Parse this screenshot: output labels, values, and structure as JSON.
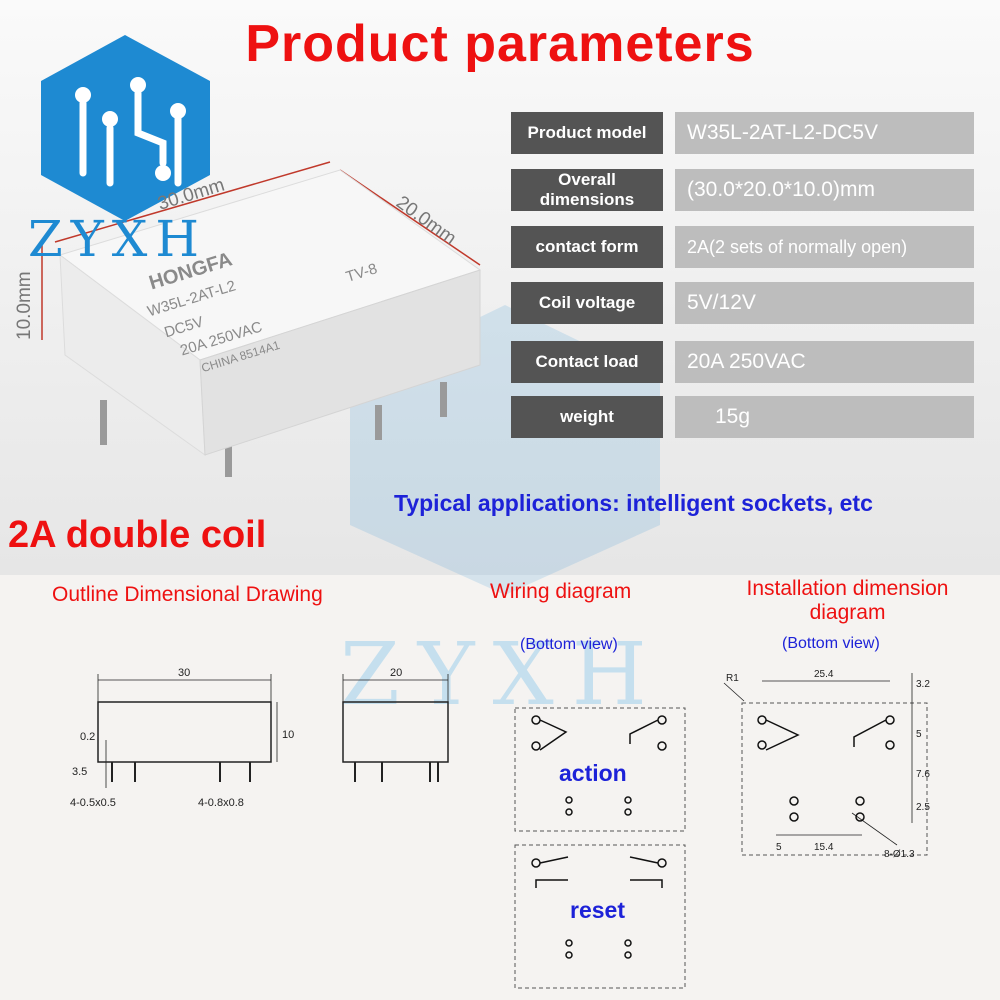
{
  "header": {
    "title": "Product parameters"
  },
  "brand": {
    "name": "ZYXH",
    "watermark": "ZYXH",
    "accent": "#1e8ad2",
    "title_color": "#ee1111"
  },
  "product_image": {
    "dim_length": "30.0mm",
    "dim_width": "20.0mm",
    "dim_height": "10.0mm",
    "print_brand": "HONGFA",
    "print_model": "W35L-2AT-L2",
    "print_coil": "DC5V",
    "print_rating": "20A 250VAC",
    "print_origin": "CHINA 8514A1",
    "print_cert": "TV-8"
  },
  "params": [
    {
      "label": "Product model",
      "value": "W35L-2AT-L2-DC5V"
    },
    {
      "label": "Overall dimensions",
      "value": "(30.0*20.0*10.0)mm"
    },
    {
      "label": "contact form",
      "value": "2A(2 sets of normally open)"
    },
    {
      "label": "Coil voltage",
      "value": "5V/12V"
    },
    {
      "label": "Contact load",
      "value": "20A  250VAC"
    },
    {
      "label": "weight",
      "value": "15g"
    }
  ],
  "applications": "Typical applications: intelligent sockets, etc",
  "coil_type": "2A double coil",
  "sections": {
    "outline": {
      "title": "Outline Dimensional Drawing",
      "dim_front_width": "30",
      "dim_side_width": "20",
      "dim_height": "10",
      "dim_gap": "0.2",
      "dim_pin": "3.5",
      "pin_a": "4-0.5x0.5",
      "pin_b": "4-0.8x0.8"
    },
    "wiring": {
      "title": "Wiring diagram",
      "subtitle": "(Bottom view)",
      "action": "action",
      "reset": "reset"
    },
    "install": {
      "title": "Installation dimension diagram",
      "subtitle": "(Bottom view)",
      "d_width": "25.4",
      "d_32": "3.2",
      "d_5a": "5",
      "d_76": "7.6",
      "d_25": "2.5",
      "d_5b": "5",
      "d_154": "15.4",
      "hole": "8-Ø1.3",
      "radius": "R1"
    }
  }
}
